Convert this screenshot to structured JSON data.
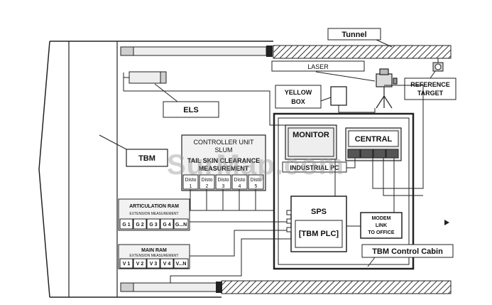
{
  "labels": {
    "tunnel": "Tunnel",
    "laser": "LASER",
    "reference_target_line1": "REFERENCE",
    "reference_target_line2": "TARGET",
    "yellow_box_line1": "YELLOW",
    "yellow_box_line2": "BOX",
    "els": "ELS",
    "tbm": "TBM",
    "controller_unit": "CONTROLLER UNIT",
    "slum": "SLUM",
    "tail_skin_clearance": "TAIL SKIN CLEARANCE",
    "measurement": "MEASUREMENT",
    "monitor": "MONITOR",
    "central": "CENTRAL",
    "industrial_pc": "INDUSTRIAL PC",
    "sps": "SPS",
    "tbm_plc": "[TBM PLC]",
    "modem_line1": "MODEM",
    "modem_line2": "LINK",
    "modem_line3": "TO OFFICE",
    "tbm_control_cabin": "TBM Control Cabin",
    "articulation_ram": "ARTICULATION RAM",
    "main_ram": "MAIN RAM",
    "extension_measurement": "EXTENSION MEASUREMENT"
  },
  "disto_cells": [
    {
      "name": "Disto",
      "num": "1"
    },
    {
      "name": "Disto",
      "num": "2"
    },
    {
      "name": "Disto",
      "num": "3"
    },
    {
      "name": "Disto",
      "num": "4"
    },
    {
      "name": "Disto",
      "num": "5"
    }
  ],
  "articulation_cells": [
    "G 1",
    "G 2",
    "G 3",
    "G 4",
    "G...N"
  ],
  "main_ram_cells": [
    "V 1",
    "V 2",
    "V 3",
    "V 4",
    "V...N"
  ],
  "watermark": "SurMap.com",
  "colors": {
    "line": "#222222",
    "hatch": "#333333",
    "light_box": "#eeeeee",
    "cell_dark": "#555555"
  }
}
